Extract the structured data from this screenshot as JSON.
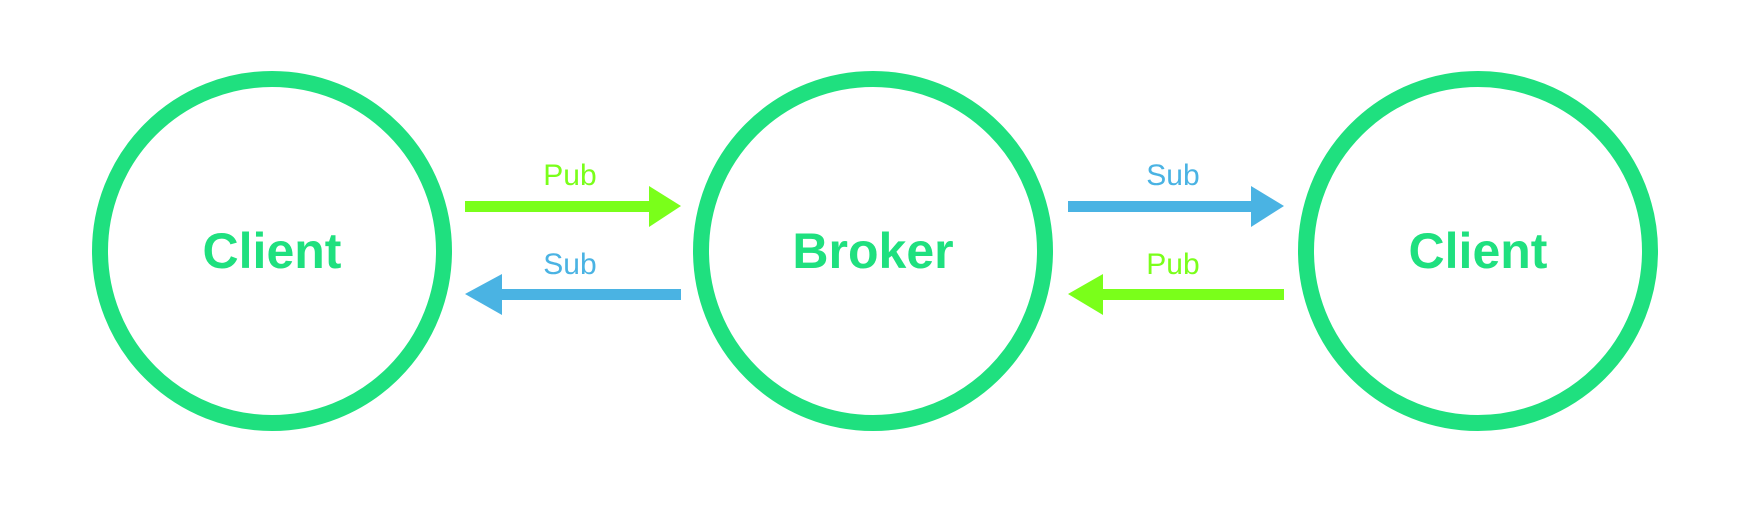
{
  "colors": {
    "node": "#1fe07f",
    "pub": "#7aff1a",
    "sub": "#4ab3e3",
    "background": "#ffffff"
  },
  "nodes": [
    {
      "label": "Client"
    },
    {
      "label": "Broker"
    },
    {
      "label": "Client"
    }
  ],
  "arrows": [
    {
      "label": "Pub",
      "kind": "pub",
      "from": "Client",
      "to": "Broker"
    },
    {
      "label": "Sub",
      "kind": "sub",
      "from": "Broker",
      "to": "Client"
    },
    {
      "label": "Sub",
      "kind": "sub",
      "from": "Broker",
      "to": "Client"
    },
    {
      "label": "Pub",
      "kind": "pub",
      "from": "Client",
      "to": "Broker"
    }
  ]
}
